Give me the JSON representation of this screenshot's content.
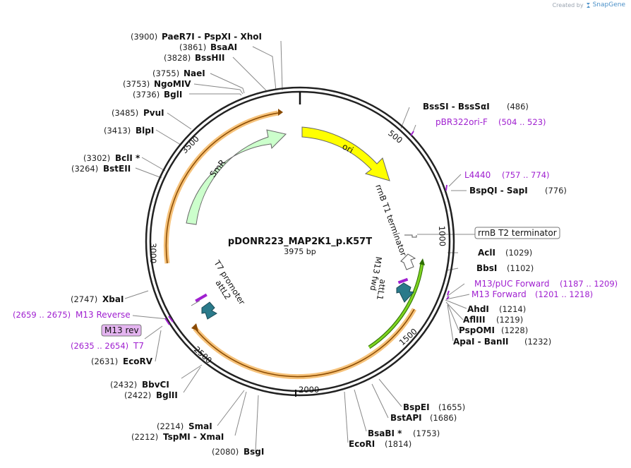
{
  "credit": {
    "prefix": "Created by",
    "brand": "SnapGene"
  },
  "plasmid": {
    "name": "pDONR223_MAP2K1_p.K57T",
    "size": "3975 bp"
  },
  "ticks": [
    "500",
    "1000",
    "1500",
    "2000",
    "2500",
    "3000",
    "3500"
  ],
  "features": {
    "ori": "ori",
    "smr": "SmR",
    "rrnb_t1": "rrnB T1 terminator",
    "rrnb_t2": "rrnB T2 terminator",
    "m13_fwd": "M13 fwd",
    "attl1": "attL1",
    "t7_promoter": "T7 promoter",
    "attl2": "attL2"
  },
  "enzymes": [
    {
      "id": "paer7i",
      "label": "PaeR7I  -  PspXI  -  XhoI",
      "pos": "(3900)"
    },
    {
      "id": "bsaai",
      "label": "BsaAI",
      "pos": "(3861)"
    },
    {
      "id": "bsshii",
      "label": "BssHII",
      "pos": "(3828)"
    },
    {
      "id": "naei",
      "label": "NaeI",
      "pos": "(3755)"
    },
    {
      "id": "ngomiv",
      "label": "NgoMIV",
      "pos": "(3753)"
    },
    {
      "id": "bgli",
      "label": "BglI",
      "pos": "(3736)"
    },
    {
      "id": "pvui",
      "label": "PvuI",
      "pos": "(3485)"
    },
    {
      "id": "blpi",
      "label": "BlpI",
      "pos": "(3413)"
    },
    {
      "id": "bcli",
      "label": "BclI *",
      "pos": "(3302)"
    },
    {
      "id": "bsteii",
      "label": "BstEII",
      "pos": "(3264)"
    },
    {
      "id": "xbai",
      "label": "XbaI",
      "pos": "(2747)"
    },
    {
      "id": "ecorv",
      "label": "EcoRV",
      "pos": "(2631)"
    },
    {
      "id": "bbvci",
      "label": "BbvCI",
      "pos": "(2432)"
    },
    {
      "id": "bglii",
      "label": "BglII",
      "pos": "(2422)"
    },
    {
      "id": "smai",
      "label": "SmaI",
      "pos": "(2214)"
    },
    {
      "id": "tspmi",
      "label": "TspMI  -  XmaI",
      "pos": "(2212)"
    },
    {
      "id": "bsgi",
      "label": "BsgI",
      "pos": "(2080)"
    },
    {
      "id": "bsssi",
      "label": "BssSI  -  BssSαI",
      "pos": "(486)"
    },
    {
      "id": "bspqi",
      "label": "BspQI  -  SapI",
      "pos": "(776)"
    },
    {
      "id": "acli",
      "label": "AclI",
      "pos": "(1029)"
    },
    {
      "id": "bbsi",
      "label": "BbsI",
      "pos": "(1102)"
    },
    {
      "id": "ahdi",
      "label": "AhdI",
      "pos": "(1214)"
    },
    {
      "id": "aflIII",
      "label": "AflIII",
      "pos": "(1219)"
    },
    {
      "id": "pspomi",
      "label": "PspOMI",
      "pos": "(1228)"
    },
    {
      "id": "apai",
      "label": "ApaI  -  BanII",
      "pos": "(1232)"
    },
    {
      "id": "bspei",
      "label": "BspEI",
      "pos": "(1655)"
    },
    {
      "id": "bstapi",
      "label": "BstAPI",
      "pos": "(1686)"
    },
    {
      "id": "bsabi",
      "label": "BsaBI *",
      "pos": "(1753)"
    },
    {
      "id": "ecori",
      "label": "EcoRI",
      "pos": "(1814)"
    }
  ],
  "primers": [
    {
      "id": "pbr322ori",
      "label": "pBR322ori-F",
      "range": "(504 .. 523)"
    },
    {
      "id": "l4440",
      "label": "L4440",
      "range": "(757 .. 774)"
    },
    {
      "id": "m13puc",
      "label": "M13/pUC Forward",
      "range": "(1187 .. 1209)"
    },
    {
      "id": "m13fwd",
      "label": "M13 Forward",
      "range": "(1201 .. 1218)"
    },
    {
      "id": "m13rev",
      "label": "M13 Reverse",
      "range": "(2659 .. 2675)"
    },
    {
      "id": "m13revbox",
      "label": "M13 rev"
    },
    {
      "id": "t7",
      "label": "T7",
      "range": "(2635 .. 2654)"
    }
  ],
  "colors": {
    "backbone": "#222222",
    "ori": "#ffff00",
    "smr": "#ccffcc",
    "attl": "#2a7a8a",
    "primer": "#a020d0",
    "orf_band": "#f6c27a",
    "orf_line": "#8a4a00",
    "green_arc": "#7ed321"
  }
}
